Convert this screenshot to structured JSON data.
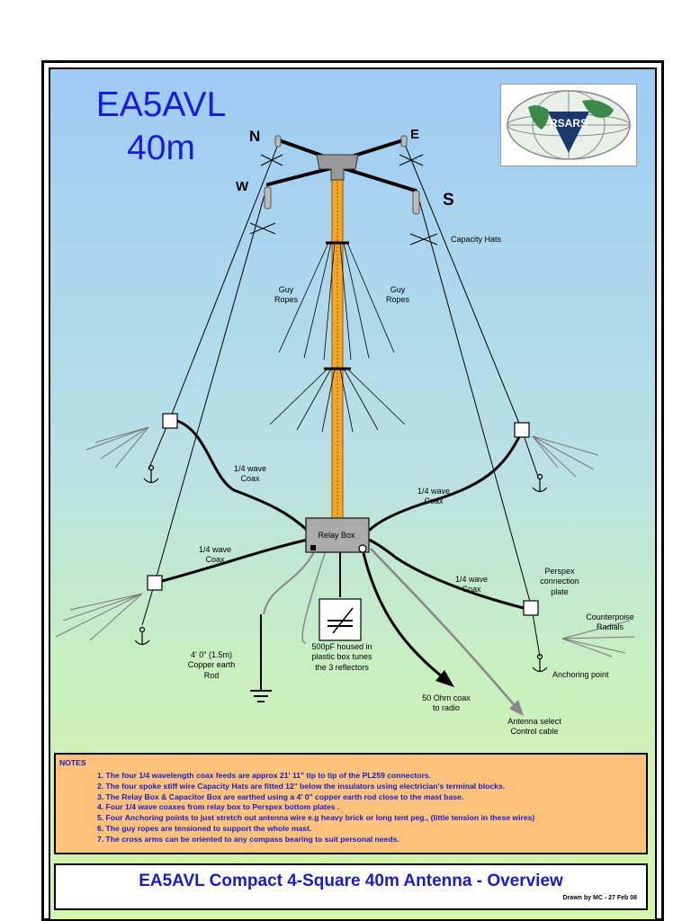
{
  "title": {
    "line1": "EA5AVL",
    "line2": "40m"
  },
  "logo": {
    "text": "RSARS",
    "icon": "globe-logo-icon"
  },
  "directions": {
    "n": "N",
    "e": "E",
    "w": "W",
    "s": "S"
  },
  "labels": {
    "capacity_hats": "Capacity Hats",
    "guy_ropes_left_1": "Guy",
    "guy_ropes_left_2": "Ropes",
    "guy_ropes_right_1": "Guy",
    "guy_ropes_right_2": "Ropes",
    "coax_upper_left_1": "1/4 wave",
    "coax_upper_left_2": "Coax",
    "coax_mid_left_1": "1/4 wave",
    "coax_mid_left_2": "Coax",
    "coax_upper_right_1": "1/4 wave",
    "coax_upper_right_2": "Coax",
    "coax_lower_right_1": "1/4 wave",
    "coax_lower_right_2": "Coax",
    "relay_box": "Relay Box",
    "perspex_1": "Perspex",
    "perspex_2": "connection",
    "perspex_3": "plate",
    "counterpoise_1": "Counterpoise",
    "counterpoise_2": "Radials",
    "anchoring_point": "Anchoring point",
    "capacitor_1": "500pF housed in",
    "capacitor_2": "plastic box tunes",
    "capacitor_3": "the 3 reflectors",
    "earth_1": "4' 0\" (1.5m)",
    "earth_2": "Copper earth",
    "earth_3": "Rod",
    "coax_radio_1": "50 Ohm coax",
    "coax_radio_2": "to radio",
    "control_1": "Antenna select",
    "control_2": "Control cable"
  },
  "notes": {
    "heading": "NOTES",
    "items": [
      "1. The four 1/4 wavelength coax feeds are approx 21' 11\" tip to tip of the PL259 connectors.",
      "2. The four spoke stiff wire Capacity Hats are fitted 12\" below the insulators using electrician's terminal blocks.",
      "3. The Relay Box & Capacitor Box are earthed using a 4' 0\" copper earth rod close to the mast base.",
      "4.  Four 1/4 wave coaxes  from relay box to Perspex  bottom plates .",
      "5.  Four  Anchoring points  to just stretch out antenna wire e.g  heavy brick  or  long tent peg., (little tension in these wires)",
      "6.  The guy ropes are tensioned to support the whole mast.",
      "7.  The cross arms can be oriented to any compass bearing to suit personal needs."
    ]
  },
  "footer": {
    "title": "EA5AVL  Compact 4-Square 40m Antenna  - Overview",
    "credit": "Drawn by MC - 27 Feb 08"
  },
  "colors": {
    "title_blue": "#1a1ae6",
    "mast_orange": "#f5a623",
    "notes_bg": "#fcc27a",
    "notes_text": "#1a1ad0"
  }
}
